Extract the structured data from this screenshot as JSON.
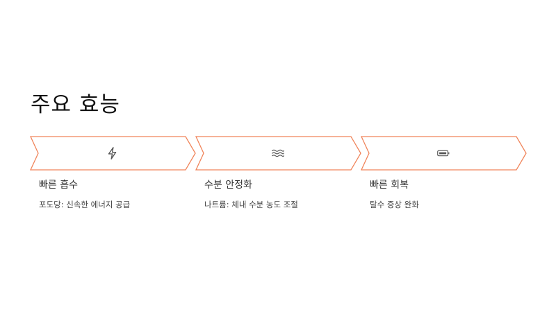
{
  "title": "주요 효능",
  "accent_color": "#f0845a",
  "steps": [
    {
      "icon": "lightning-bolt-icon",
      "label": "빠른 흡수",
      "description": "포도당: 신속한 에너지 공급"
    },
    {
      "icon": "water-waves-icon",
      "label": "수분 안정화",
      "description": "나트륨: 체내 수분 농도 조절"
    },
    {
      "icon": "battery-icon",
      "label": "빠른 회복",
      "description": "탈수 증상 완화"
    }
  ]
}
